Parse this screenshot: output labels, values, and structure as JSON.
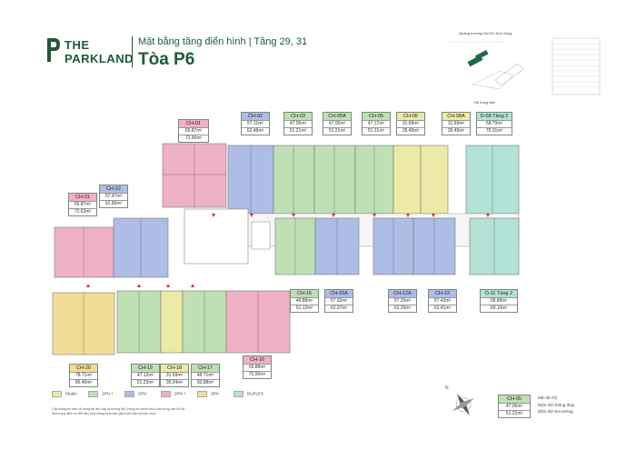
{
  "brand": {
    "line1": "THE",
    "line2": "PARKLAND"
  },
  "header": {
    "subtitle": "Mặt bằng tầng điển hình | Tầng 29, 31",
    "title": "Tòa P6"
  },
  "inset": {
    "label_top": "Quảng trường Kim Đô Ánh Sáng",
    "label_bottom": "Hồ trung tâm"
  },
  "apartments": [
    {
      "code": "CH-01",
      "a1": "65.87m²",
      "a2": "72.96m²",
      "type": "2PN+"
    },
    {
      "code": "CH-02",
      "a1": "57.11m²",
      "a2": "62.48m²",
      "type": "2PN"
    },
    {
      "code": "CH-03",
      "a1": "47.06m²",
      "a2": "51.21m²",
      "type": "1PN+"
    },
    {
      "code": "CH-05A",
      "a1": "47.06m²",
      "a2": "51.21m²",
      "type": "1PN+"
    },
    {
      "code": "CH-05",
      "a1": "47.17m²",
      "a2": "51.31m²",
      "type": "1PN+"
    },
    {
      "code": "CH-06",
      "a1": "31.69m²",
      "a2": "35.49m²",
      "type": "Studio"
    },
    {
      "code": "CH-08A",
      "a1": "31.69m²",
      "a2": "35.49m²",
      "type": "Studio"
    },
    {
      "code": "D-08 Tầng 2",
      "a1": "58.79m²",
      "a2": "70.31m²",
      "type": "DUPLEX"
    },
    {
      "code": "CH-22",
      "a1": "57.47m²",
      "a2": "62.66m²",
      "type": "2PN"
    },
    {
      "code": "CH-21",
      "a1": "65.87m²",
      "a2": "72.63m²",
      "type": "2PN+"
    },
    {
      "code": "CH-15",
      "a1": "46.88m²",
      "a2": "51.12m²",
      "type": "1PN+"
    },
    {
      "code": "CH-15A",
      "a1": "57.32m²",
      "a2": "62.37m²",
      "type": "2PN"
    },
    {
      "code": "CH-12A",
      "a1": "57.29m²",
      "a2": "62.29m²",
      "type": "2PN"
    },
    {
      "code": "CH-12",
      "a1": "57.43m²",
      "a2": "62.41m²",
      "type": "2PN"
    },
    {
      "code": "D-11 Tầng 2",
      "a1": "58.88m²",
      "a2": "69.10m²",
      "type": "DUPLEX"
    },
    {
      "code": "CH-20",
      "a1": "78.71m²",
      "a2": "86.46m²",
      "type": "3PN"
    },
    {
      "code": "CH-19",
      "a1": "47.12m²",
      "a2": "51.23m²",
      "type": "1PN+"
    },
    {
      "code": "CH-18",
      "a1": "31.59m²",
      "a2": "35.24m²",
      "type": "Studio"
    },
    {
      "code": "CH-17",
      "a1": "46.71m²",
      "a2": "50.88m²",
      "type": "1PN+"
    },
    {
      "code": "CH-16",
      "a1": "65.88m²",
      "a2": "72.96m²",
      "type": "2PN+"
    }
  ],
  "legend": [
    {
      "label": "Studio",
      "color": "#ede9a6"
    },
    {
      "label": "1PN +",
      "color": "#bfe0b4"
    },
    {
      "label": "2PN",
      "color": "#aebde6"
    },
    {
      "label": "2PN +",
      "color": "#efb1c6"
    },
    {
      "label": "3PN",
      "color": "#f3dc95"
    },
    {
      "label": "DUPLEX",
      "color": "#b3e2d6"
    }
  ],
  "note": "Các thông tin bản vẽ trong tài liệu này là tương đối, thông số chính thức của từng căn hộ sẽ được quy định cụ thể trên hợp đồng mua bán giữa bên bán và bên mua",
  "compass": "N",
  "key": {
    "code": "CH-05",
    "a1": "47.06m²",
    "a2": "51.21m²",
    "label_code": "Mã căn hộ",
    "label_a1": "Diện tích thông thủy",
    "label_a2": "Diện tích tim tường"
  }
}
